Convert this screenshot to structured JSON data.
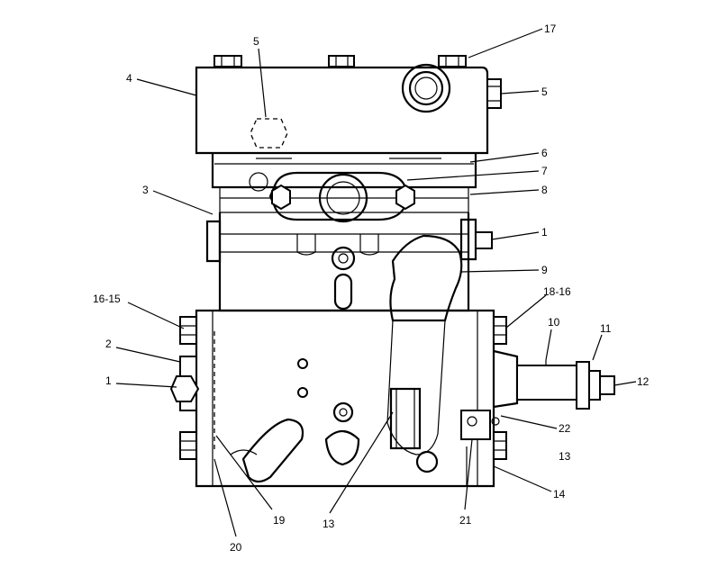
{
  "labels": {
    "l17": "17",
    "l5a": "5",
    "l4": "4",
    "l5b": "5",
    "l6": "6",
    "l7": "7",
    "l3": "3",
    "l8": "8",
    "l1a": "1",
    "l9": "9",
    "l16_15": "16-15",
    "l18_16": "18-16",
    "l2": "2",
    "l10": "10",
    "l11": "11",
    "l1b": "1",
    "l12": "12",
    "l22": "22",
    "l13a": "13",
    "l14": "14",
    "l19": "19",
    "l13b": "13",
    "l21": "21",
    "l20": "20"
  }
}
